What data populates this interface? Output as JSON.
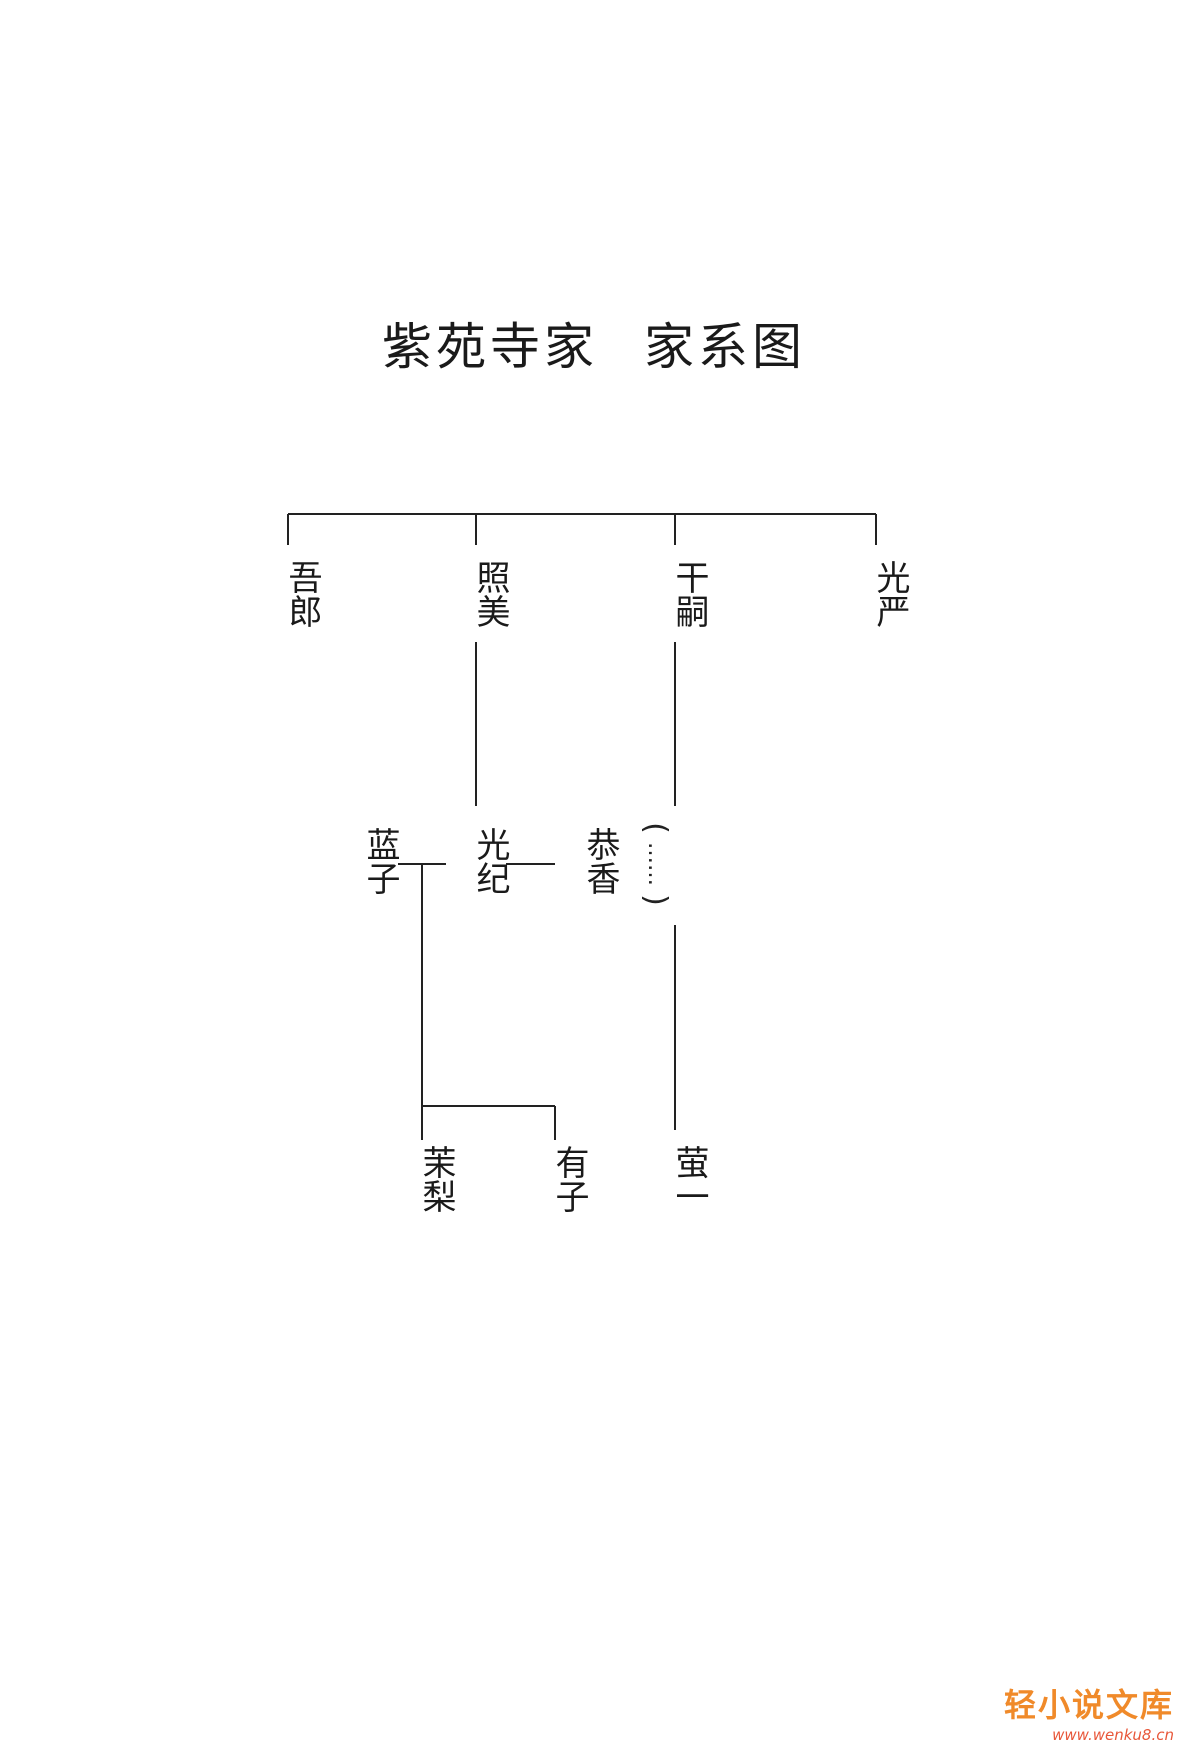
{
  "title": {
    "part1": "紫苑寺家",
    "part2": "家系图"
  },
  "members": {
    "goro": "吾郎",
    "terumi": "照美",
    "kanji": "干嗣",
    "kogen": "光严",
    "aiko": "蓝子",
    "mitsunori": "光纪",
    "kyoka": "恭香",
    "unknown_open": "(",
    "unknown_dots": "……",
    "unknown_close": ")",
    "mari": "茉梨",
    "yuko": "有子",
    "keiichi": "萤一"
  },
  "watermark": {
    "logo": "轻小说文库",
    "url": "www.wenku8.cn"
  }
}
